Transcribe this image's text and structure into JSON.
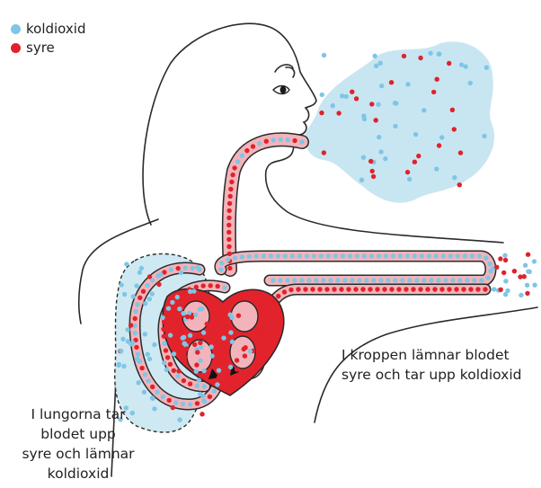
{
  "colors": {
    "carbon_dioxide": "#7ec6e6",
    "oxygen": "#e0222b",
    "lung": "#cfe9f3",
    "cloud": "#c8e6f2",
    "heart": "#e3232c",
    "vessel_pink": "#f2b4ba",
    "outline": "#2a2a2a"
  },
  "legend": {
    "co2_label": "koldioxid",
    "o2_label": "syre"
  },
  "captions": {
    "body_lines": [
      "I kroppen lämnar blodet",
      "syre och tar upp koldioxid"
    ],
    "lungs_lines": [
      "I lungorna tar",
      "blodet upp",
      "syre och lämnar",
      "koldioxid"
    ]
  }
}
